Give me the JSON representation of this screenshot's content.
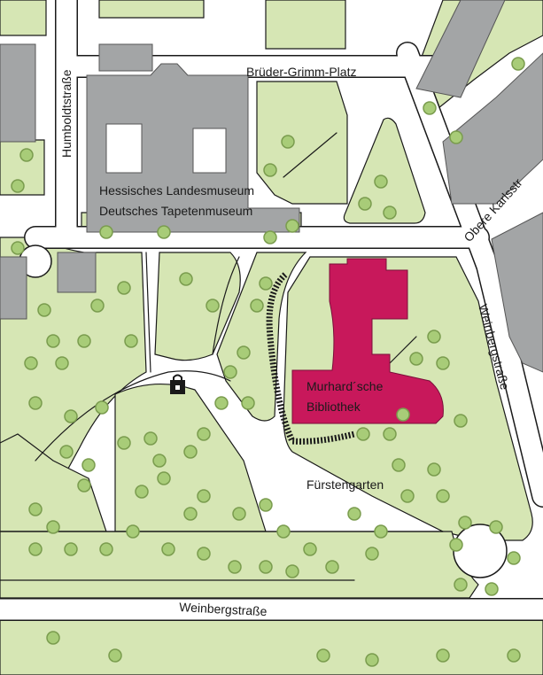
{
  "map": {
    "colors": {
      "park": "#d6e6b4",
      "tree_fill": "#a8cc78",
      "tree_stroke": "#7a9c4e",
      "building": "#a3a5a6",
      "building_stroke": "#555",
      "highlight": "#c8185b",
      "road": "#ffffff",
      "road_edge": "#1a1a1a"
    },
    "labels": {
      "humboldtstrasse": "Humboldtstraße",
      "brueder_grimm_platz": "Brüder-Grimm-Platz",
      "landesmuseum_1": "Hessisches Landesmuseum",
      "landesmuseum_2": "Deutsches Tapetenmuseum",
      "obere_karlsstrasse": "Obere Karlsstr",
      "weinbergstrasse_east": "Weinbergstraße",
      "murhard_1": "Murhard´sche",
      "murhard_2": "Bibliothek",
      "fuerstengarten": "Fürstengarten",
      "weinbergstrasse_south": "Weinbergstraße"
    },
    "icons": {
      "monument": "lock-shaped-monument-icon"
    }
  }
}
